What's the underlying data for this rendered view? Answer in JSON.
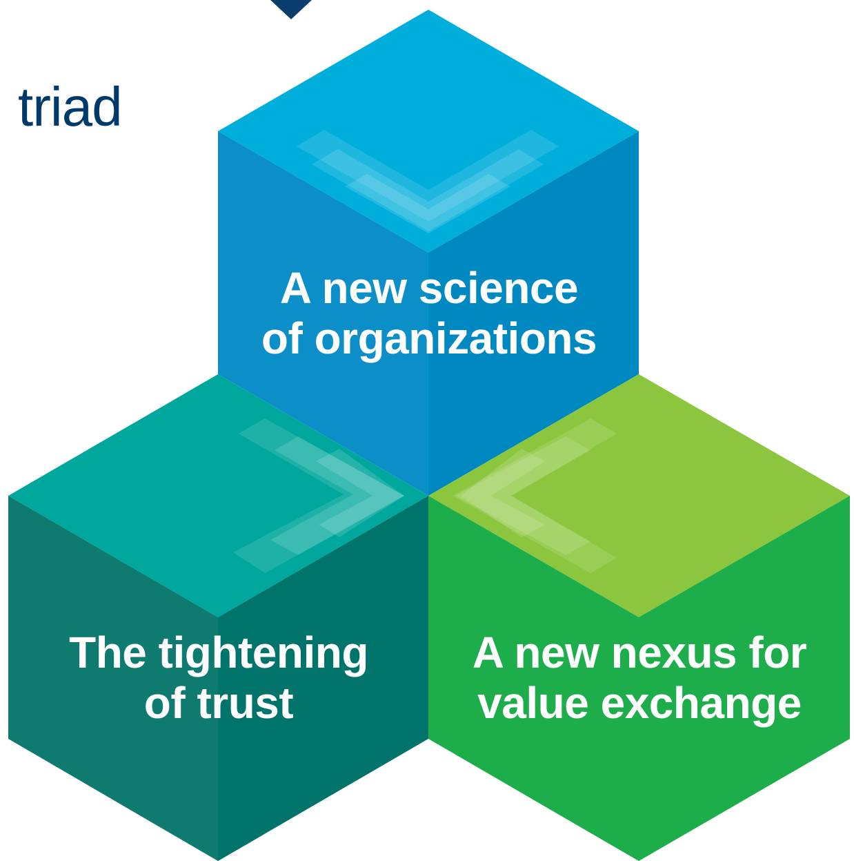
{
  "title": "triad",
  "colors": {
    "brand_navy": "#003a6b",
    "science_top": "#00aedb",
    "science_left": "#0c8ec8",
    "science_right": "#0088c0",
    "trust_top": "#00a79d",
    "trust_left": "#0f7a70",
    "trust_right": "#00746b",
    "nexus_top": "#8cc63f",
    "nexus_left": "#1ead4b",
    "nexus_right": "#1ead4b",
    "label_text": "#ffffff"
  },
  "cubes": [
    {
      "id": "science",
      "line1": "A new science",
      "line2": "of organizations",
      "chevron": "down-chevron-icon"
    },
    {
      "id": "trust",
      "line1": "The tightening",
      "line2": "of trust",
      "chevron": "right-chevron-icon"
    },
    {
      "id": "nexus",
      "line1": "A new nexus for",
      "line2": "value exchange",
      "chevron": "left-chevron-icon"
    }
  ],
  "top_marker": "down-triangle-icon"
}
